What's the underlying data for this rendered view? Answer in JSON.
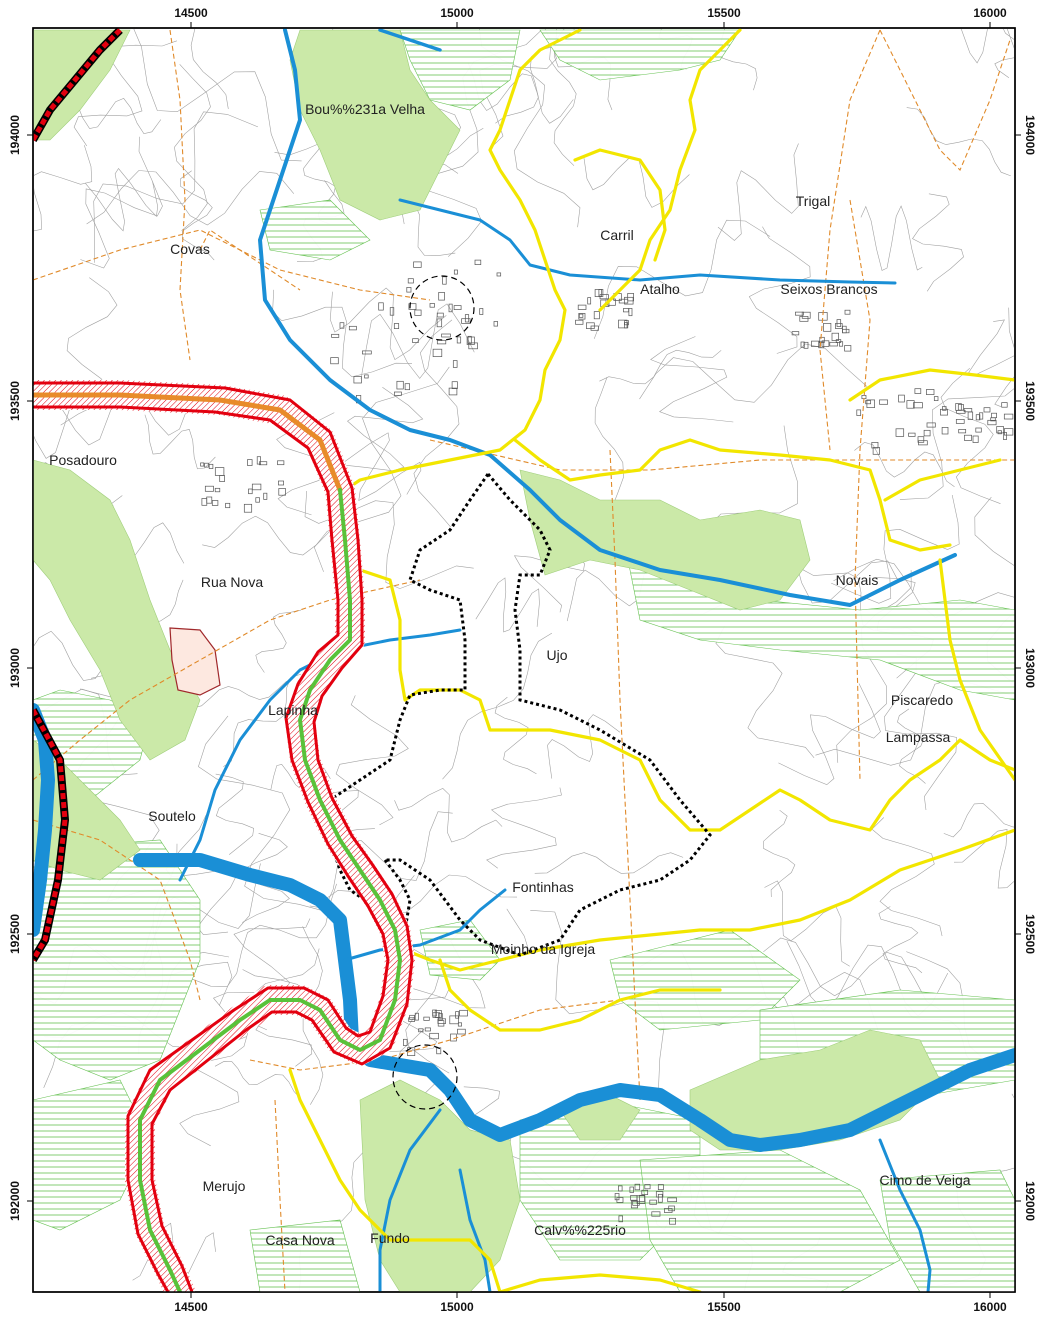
{
  "axes": {
    "easting_ticks": [
      "14500",
      "15000",
      "15500",
      "16000"
    ],
    "northing_ticks": [
      "194000",
      "193500",
      "193000",
      "192500",
      "192000"
    ]
  },
  "places": {
    "boucas_velha": "Bou%%231a Velha",
    "covas": "Covas",
    "carril": "Carril",
    "trigal": "Trigal",
    "atalho": "Atalho",
    "seixos_brancos": "Seixos Brancos",
    "posadouro": "Posadouro",
    "rua_nova": "Rua Nova",
    "novais": "Novais",
    "ujo": "Ujo",
    "piscaredo": "Piscaredo",
    "lapinha": "Lapinha",
    "lampassa": "Lampassa",
    "soutelo": "Soutelo",
    "fontinhas": "Fontinhas",
    "moinho_da_igreja": "Moinho da Igreja",
    "merujo": "Merujo",
    "cimo_de_veiga": "Cimo de Veiga",
    "fundo": "Fundo",
    "casa_nova": "Casa Nova",
    "calvario": "Calv%%225rio"
  },
  "colors": {
    "forest": "#cbe9a8",
    "hatch": "#5fbf4a",
    "river": "#1a8fd6",
    "road_yellow": "#f2e600",
    "highway_red": "#e3000f",
    "highway_green": "#59c23a",
    "power_line": "#e08a2a",
    "boundary": "#000000",
    "contour": "#8a8a8a"
  }
}
